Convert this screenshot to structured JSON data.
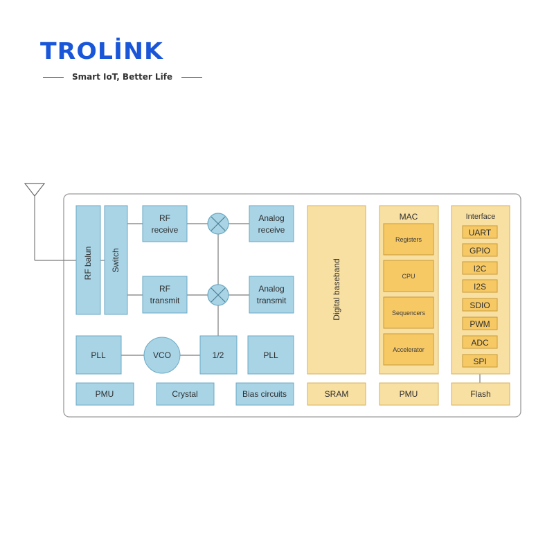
{
  "logo": {
    "text": "TROLİNK",
    "tagline": "Smart IoT, Better Life"
  },
  "diagram": {
    "blocks": {
      "rf_balun": "RF balun",
      "switch": "Switch",
      "rf_receive": [
        "RF",
        "receive"
      ],
      "rf_transmit": [
        "RF",
        "transmit"
      ],
      "analog_receive": [
        "Analog",
        "receive"
      ],
      "analog_transmit": [
        "Analog",
        "transmit"
      ],
      "pll_left": "PLL",
      "vco": "VCO",
      "divider": "1/2",
      "pll_right": "PLL",
      "pmu_left": "PMU",
      "crystal": "Crystal",
      "bias": "Bias circuits",
      "digital_baseband": "Digital baseband",
      "sram": "SRAM",
      "mac": "MAC",
      "registers": "Registers",
      "cpu": "CPU",
      "sequencers": "Sequencers",
      "accelerator": "Accelerator",
      "pmu_right": "PMU",
      "interface": "Interface",
      "uart": "UART",
      "gpio": "GPIO",
      "i2c": "I2C",
      "i2s": "I2S",
      "sdio": "SDIO",
      "pwm": "PWM",
      "adc": "ADC",
      "spi": "SPI",
      "flash": "Flash"
    },
    "colors": {
      "analog": "#a8d4e6",
      "digital": "#f8dfa2",
      "digital_inner": "#f6c965"
    }
  }
}
